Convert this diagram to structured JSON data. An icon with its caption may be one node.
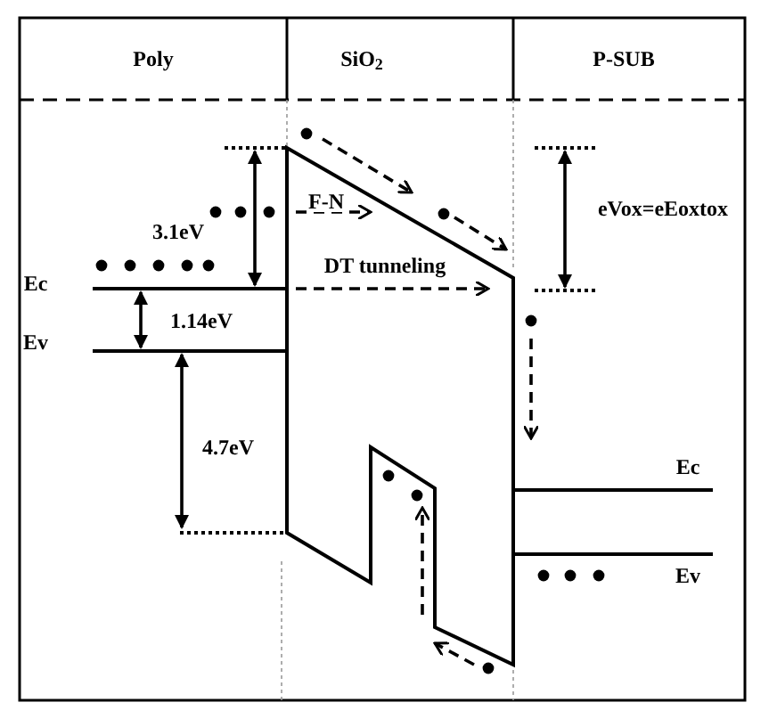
{
  "diagram": {
    "labels": [
      "Poly",
      "SiO$_{2}$",
      "P-SUB",
      "F-N",
      "3.1eV",
      "eVox=eEoxtox",
      "DT tunneling",
      "Ec",
      "1.14eV",
      "Ev",
      "4.7eV",
      "Ec",
      "Ev"
    ]
  }
}
